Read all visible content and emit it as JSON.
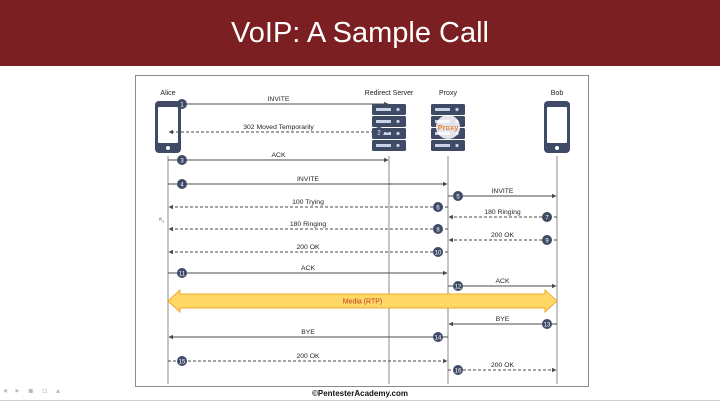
{
  "title": "VoIP: A Sample Call",
  "footer": "©PentesterAcademy.com",
  "colors": {
    "title_bar": "#7b1f22",
    "device": "#3f4a66",
    "server_light": "#c9d3e6",
    "badge": "#3f4a66",
    "arrow": "#4a4a4a",
    "media_fill": "#ffd865",
    "media_stroke": "#f0a830",
    "media_text": "#c0392b",
    "proxy_text": "#e0823a"
  },
  "entities": [
    {
      "id": "alice",
      "label": "Alice",
      "type": "phone"
    },
    {
      "id": "redirect",
      "label": "Redirect Server",
      "type": "server"
    },
    {
      "id": "proxy",
      "label": "Proxy",
      "type": "server",
      "overlay_text": "Proxy"
    },
    {
      "id": "bob",
      "label": "Bob",
      "type": "phone"
    }
  ],
  "messages": [
    {
      "n": "1",
      "label": "INVITE",
      "from": "alice",
      "to": "redirect",
      "style": "solid"
    },
    {
      "n": "2",
      "label": "302 Moved Temporarily",
      "from": "redirect",
      "to": "alice",
      "style": "dashed"
    },
    {
      "n": "3",
      "label": "ACK",
      "from": "alice",
      "to": "redirect",
      "style": "solid"
    },
    {
      "n": "4",
      "label": "INVITE",
      "from": "alice",
      "to": "proxy",
      "style": "solid"
    },
    {
      "n": "5",
      "label": "INVITE",
      "from": "proxy",
      "to": "bob",
      "style": "solid"
    },
    {
      "n": "6",
      "label": "100 Trying",
      "from": "proxy",
      "to": "alice",
      "style": "dashed"
    },
    {
      "n": "7",
      "label": "180 Ringing",
      "from": "bob",
      "to": "proxy",
      "style": "dashed"
    },
    {
      "n": "8",
      "label": "180 Ringing",
      "from": "proxy",
      "to": "alice",
      "style": "dashed"
    },
    {
      "n": "9",
      "label": "200 OK",
      "from": "bob",
      "to": "proxy",
      "style": "dashed"
    },
    {
      "n": "10",
      "label": "200 OK",
      "from": "proxy",
      "to": "alice",
      "style": "dashed"
    },
    {
      "n": "11",
      "label": "ACK",
      "from": "alice",
      "to": "proxy",
      "style": "solid"
    },
    {
      "n": "12",
      "label": "ACK",
      "from": "proxy",
      "to": "bob",
      "style": "solid"
    },
    {
      "n": "media",
      "label": "Media (RTP)",
      "from": "alice",
      "to": "bob",
      "style": "media"
    },
    {
      "n": "13",
      "label": "BYE",
      "from": "bob",
      "to": "proxy",
      "style": "solid"
    },
    {
      "n": "14",
      "label": "BYE",
      "from": "proxy",
      "to": "alice",
      "style": "solid"
    },
    {
      "n": "15",
      "label": "200 OK",
      "from": "alice",
      "to": "proxy",
      "style": "dashed"
    },
    {
      "n": "16",
      "label": "200 OK",
      "from": "proxy",
      "to": "bob",
      "style": "dashed"
    }
  ]
}
